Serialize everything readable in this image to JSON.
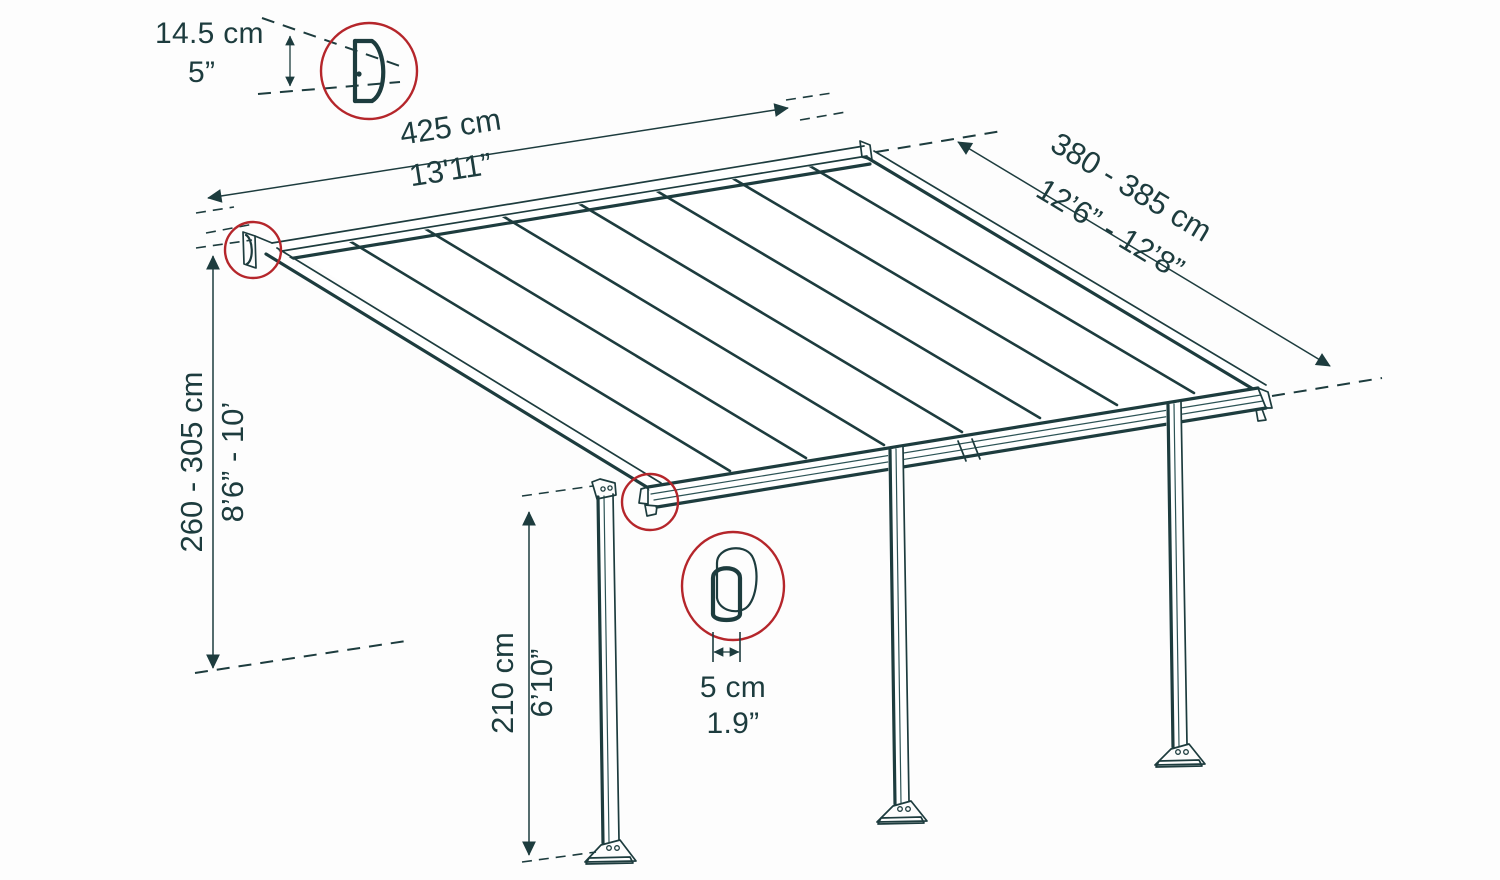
{
  "diagram": {
    "title": "Patio cover / pergola dimension drawing",
    "colors": {
      "line": "#1d3c3e",
      "callout": "#b5262b",
      "background": "#fdfdfd"
    },
    "dimensions": {
      "width": {
        "metric": "425 cm",
        "imperial": "13'11”"
      },
      "projection": {
        "metric": "380 - 385 cm",
        "imperial": "12’6” - 12’8”"
      },
      "wall_height": {
        "metric": "260 - 305 cm",
        "imperial": "8’6” - 10’"
      },
      "post_height": {
        "metric": "210 cm",
        "imperial": "6’10”"
      }
    },
    "callouts": [
      {
        "id": "gutter-profile",
        "metric": "14.5 cm",
        "imperial": "5”",
        "detail": "d-shaped-gutter-profile"
      },
      {
        "id": "post-profile",
        "metric": "5 cm",
        "imperial": "1.9”",
        "detail": "rounded-post-cross-section"
      }
    ]
  }
}
